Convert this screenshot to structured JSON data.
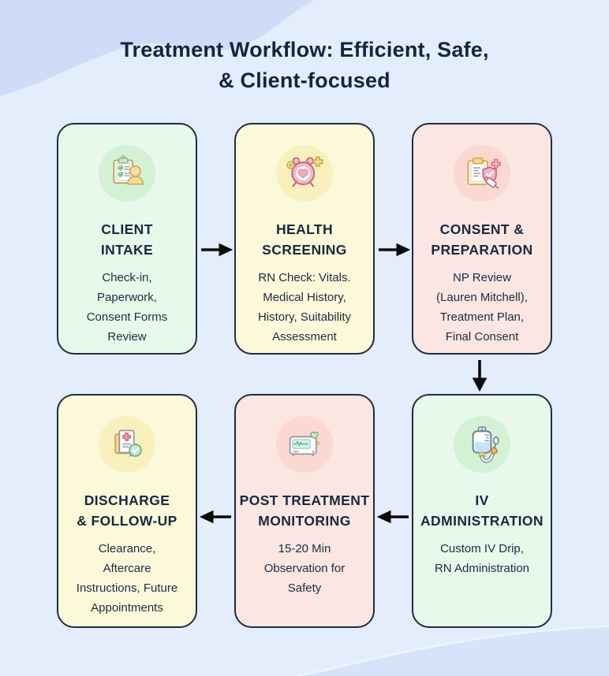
{
  "title": "Treatment Workflow: Efficient, Safe,\n& Client-focused",
  "colors": {
    "page_background": "#e3edfc",
    "background_wave": "#cfdcf7",
    "corner_curve": "#d7e3f9",
    "card_border": "#1e2e42",
    "heading_text": "#17293e",
    "arrow": "#0a0a0a",
    "green_card": "#e8f9ec",
    "green_icon_circle": "#d3f1d4",
    "yellow_card": "#fcf9da",
    "yellow_icon_circle": "#f9f1bd",
    "pink_card": "#fce6e2",
    "pink_icon_circle": "#fbd8d2"
  },
  "cards": [
    {
      "id": "client-intake",
      "theme": "green",
      "icon": "clipboard-person-icon",
      "heading": "CLIENT\nINTAKE",
      "body": "Check-in,\nPaperwork,\nConsent Forms\nReview"
    },
    {
      "id": "health-screening",
      "theme": "yellow",
      "icon": "heart-clock-icon",
      "heading": "HEALTH\nSCREENING",
      "body": "RN Check: Vitals.\nMedical History,\nHistory, Suitability\nAssessment"
    },
    {
      "id": "consent-preparation",
      "theme": "pink",
      "icon": "clipboard-shield-syringe-icon",
      "heading": "CONSENT &\nPREPARATION",
      "body": "NP Review\n(Lauren Mitchell),\nTreatment Plan,\nFinal Consent"
    },
    {
      "id": "discharge-follow-up",
      "theme": "yellow",
      "icon": "document-check-icon",
      "heading": "DISCHARGE\n& FOLLOW-UP",
      "body": "Clearance,\nAftercare\nInstructions, Future\nAppointments"
    },
    {
      "id": "post-treatment-monitoring",
      "theme": "pink",
      "icon": "vitals-monitor-icon",
      "heading": "POST TREATMENT\nMONITORING",
      "body": "15-20 Min\nObservation for\nSafety"
    },
    {
      "id": "iv-administration",
      "theme": "green",
      "icon": "iv-bag-icon",
      "heading": "IV\nADMINISTRATION",
      "body": "Custom IV Drip,\nRN Administration"
    }
  ],
  "flow_direction": {
    "top_row": "left-to-right",
    "connector": "down",
    "bottom_row": "right-to-left"
  }
}
